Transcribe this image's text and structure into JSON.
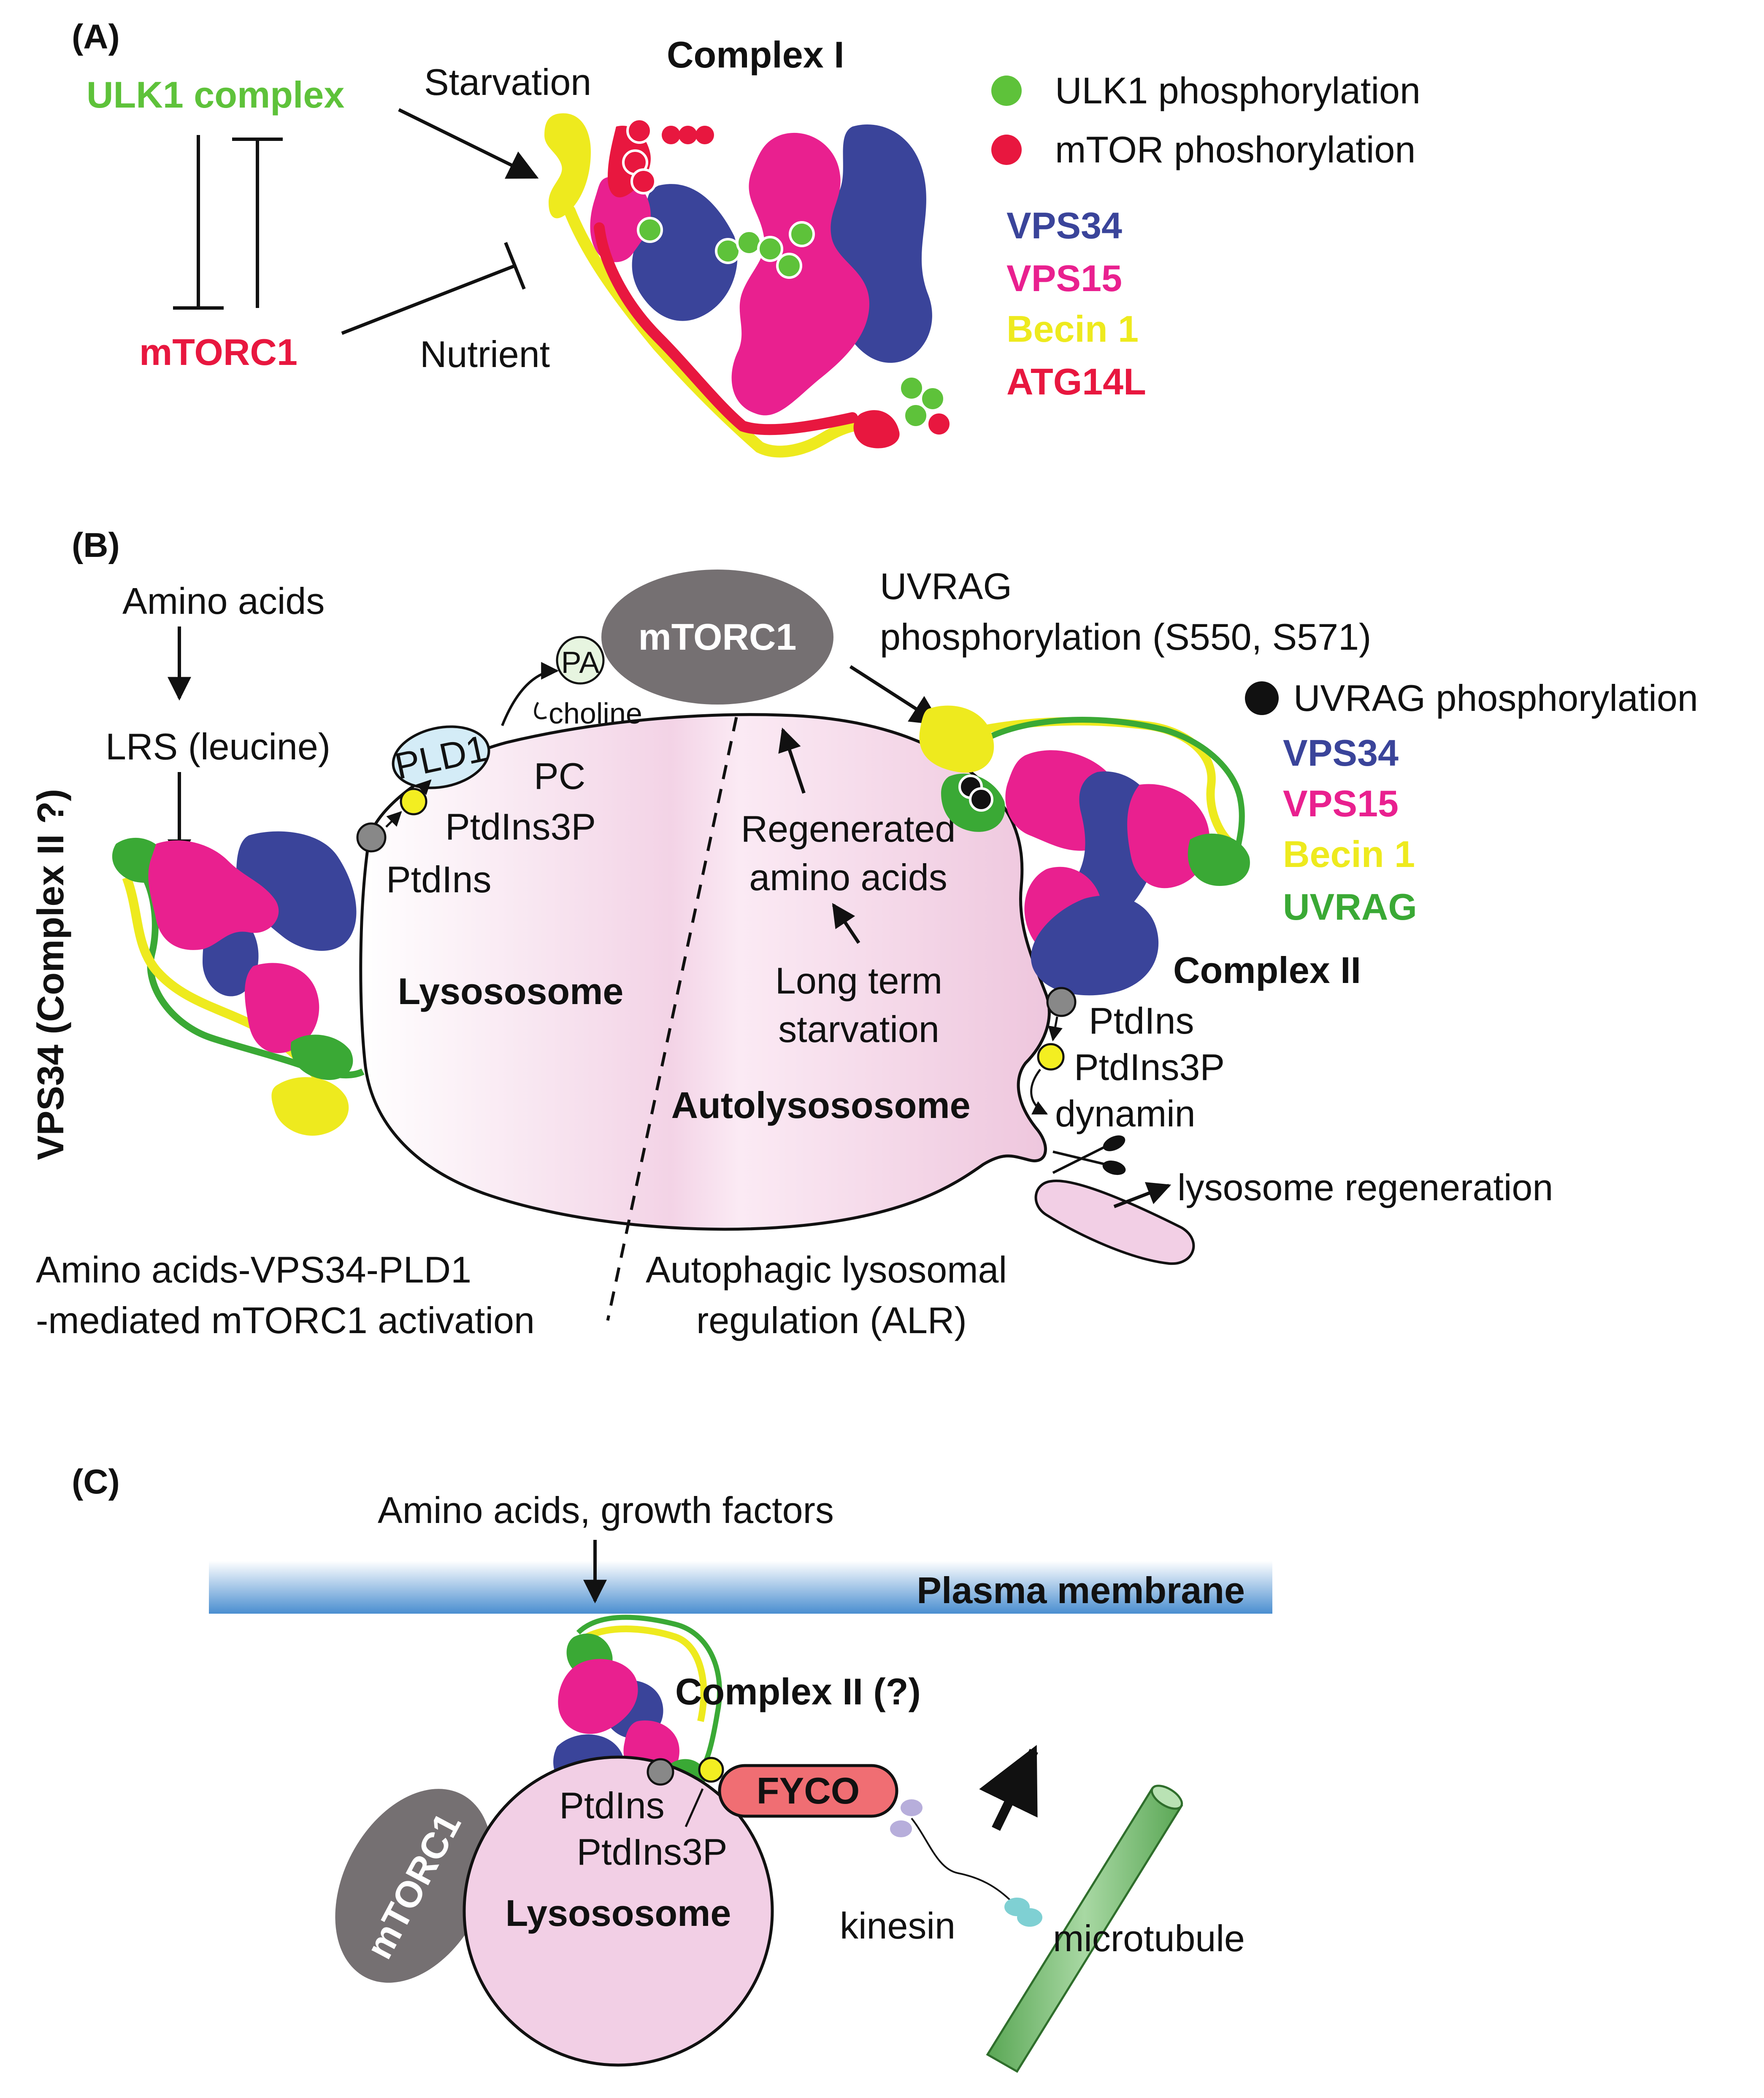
{
  "colors": {
    "vps34": "#3a449a",
    "vps15": "#e9208f",
    "becin1": "#eeea1e",
    "atg14l": "#e8173f",
    "uvrag": "#3aa935",
    "ulk_green": "#5ec23a",
    "mtor_red": "#e8173f",
    "mtorc1_gray": "#757072",
    "lysosome_pink": "#f2cfe5",
    "fyco": "#f06e73",
    "microtubule": "#84c47f",
    "membrane_blue": "#4a8ed0"
  },
  "panelA": {
    "label": "(A)",
    "ulk1": "ULK1 complex",
    "mtorc1": "mTORC1",
    "starvation": "Starvation",
    "nutrient": "Nutrient",
    "complex_title": "Complex I",
    "legend_ulk": "ULK1 phosphorylation",
    "legend_mtor": "mTOR phoshorylation",
    "proteins": [
      "VPS34",
      "VPS15",
      "Becin 1",
      "ATG14L"
    ]
  },
  "panelB": {
    "label": "(B)",
    "amino_acids": "Amino acids",
    "lrs": "LRS (leucine)",
    "side_label": "VPS34 (Complex II ?)",
    "pld1": "PLD1",
    "pa": "PA",
    "choline": "choline",
    "pc": "PC",
    "ptdins3p": "PtdIns3P",
    "ptdins": "PtdIns",
    "mtorc1": "mTORC1",
    "uvrag_line1": "UVRAG",
    "uvrag_line2": "phosphorylation (S550, S571)",
    "legend_uvrag": "UVRAG phosphorylation",
    "proteins": [
      "VPS34",
      "VPS15",
      "Becin 1",
      "UVRAG"
    ],
    "regen_line1": "Regenerated",
    "regen_line2": "amino acids",
    "lts_line1": "Long term",
    "lts_line2": "starvation",
    "lysosome": "Lysososome",
    "autolysosome": "Autolysososome",
    "complex2": "Complex II",
    "ptdins_r": "PtdIns",
    "ptdins3p_r": "PtdIns3P",
    "dynamin": "dynamin",
    "regeneration": "lysosome regeneration",
    "caption_left_1": "Amino acids-VPS34-PLD1",
    "caption_left_2": "-mediated mTORC1 activation",
    "caption_right_1": "Autophagic lysosomal",
    "caption_right_2": "regulation (ALR)"
  },
  "panelC": {
    "label": "(C)",
    "input": "Amino acids, growth factors",
    "membrane": "Plasma membrane",
    "complex": "Complex II (?)",
    "mtorc1": "mTORC1",
    "ptdins": "PtdIns",
    "ptdins3p": "PtdIns3P",
    "lysosome": "Lysososome",
    "fyco": "FYCO",
    "kinesin": "kinesin",
    "microtubule": "microtubule"
  }
}
